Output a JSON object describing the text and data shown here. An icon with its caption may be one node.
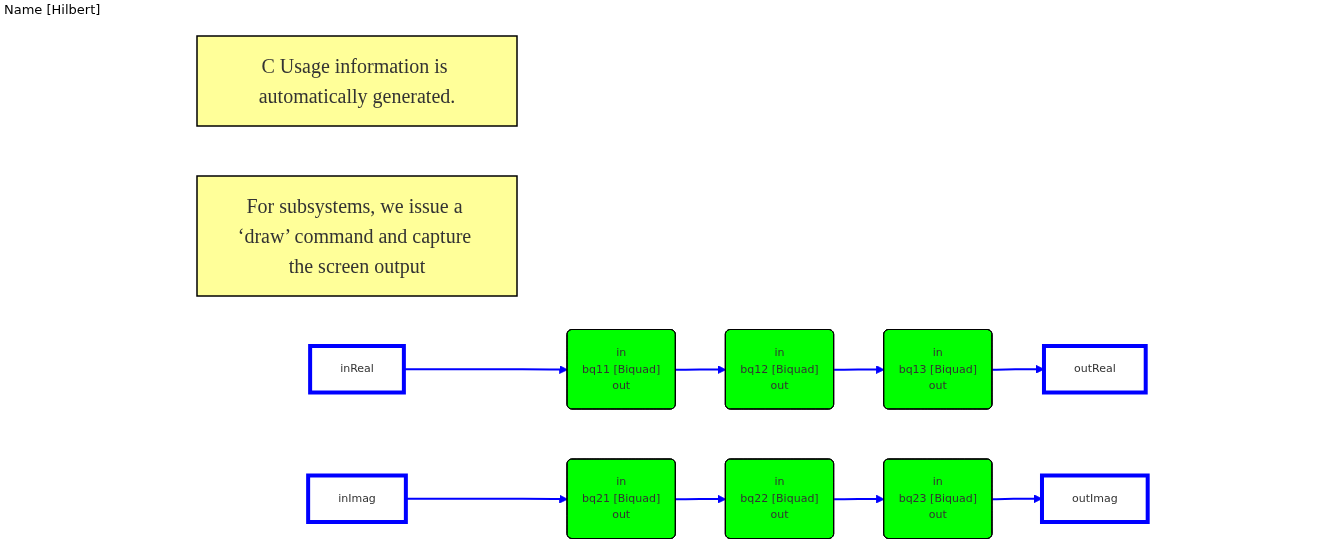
{
  "diagram": {
    "title": "Name [Hilbert]",
    "nodes": [
      {
        "text": [
          "C Usage information is automatically generated."
        ]
      },
      {
        "text": [
          "For subsystems, we issue a ‘draw’ command and capture the screen output"
        ]
      },
      {
        "text": [
          "inReal"
        ]
      },
      {
        "text": [
          "in",
          "bq11 [Biquad]",
          "out"
        ]
      },
      {
        "text": [
          "in",
          "bq12 [Biquad]",
          "out"
        ]
      },
      {
        "text": [
          "in",
          "bq13 [Biquad]",
          "out"
        ]
      },
      {
        "text": [
          "outReal"
        ]
      },
      {
        "text": [
          "inImag"
        ]
      },
      {
        "text": [
          "in",
          "bq21 [Biquad]",
          "out"
        ]
      },
      {
        "text": [
          "in",
          "bq22 [Biquad]",
          "out"
        ]
      },
      {
        "text": [
          "in",
          "bq23 [Biquad]",
          "out"
        ]
      },
      {
        "text": [
          "outImag"
        ]
      }
    ],
    "edges": [
      {
        "from": 2,
        "to": 3,
        "arrow": "to"
      },
      {
        "from": 3,
        "to": 4,
        "arrow": "to"
      },
      {
        "from": 4,
        "to": 5,
        "arrow": "to"
      },
      {
        "from": 5,
        "to": 6,
        "arrow": "to"
      },
      {
        "from": 7,
        "to": 8,
        "arrow": "to"
      },
      {
        "from": 8,
        "to": 9,
        "arrow": "to"
      },
      {
        "from": 9,
        "to": 10,
        "arrow": "to"
      },
      {
        "from": 10,
        "to": 11,
        "arrow": "to"
      }
    ]
  }
}
